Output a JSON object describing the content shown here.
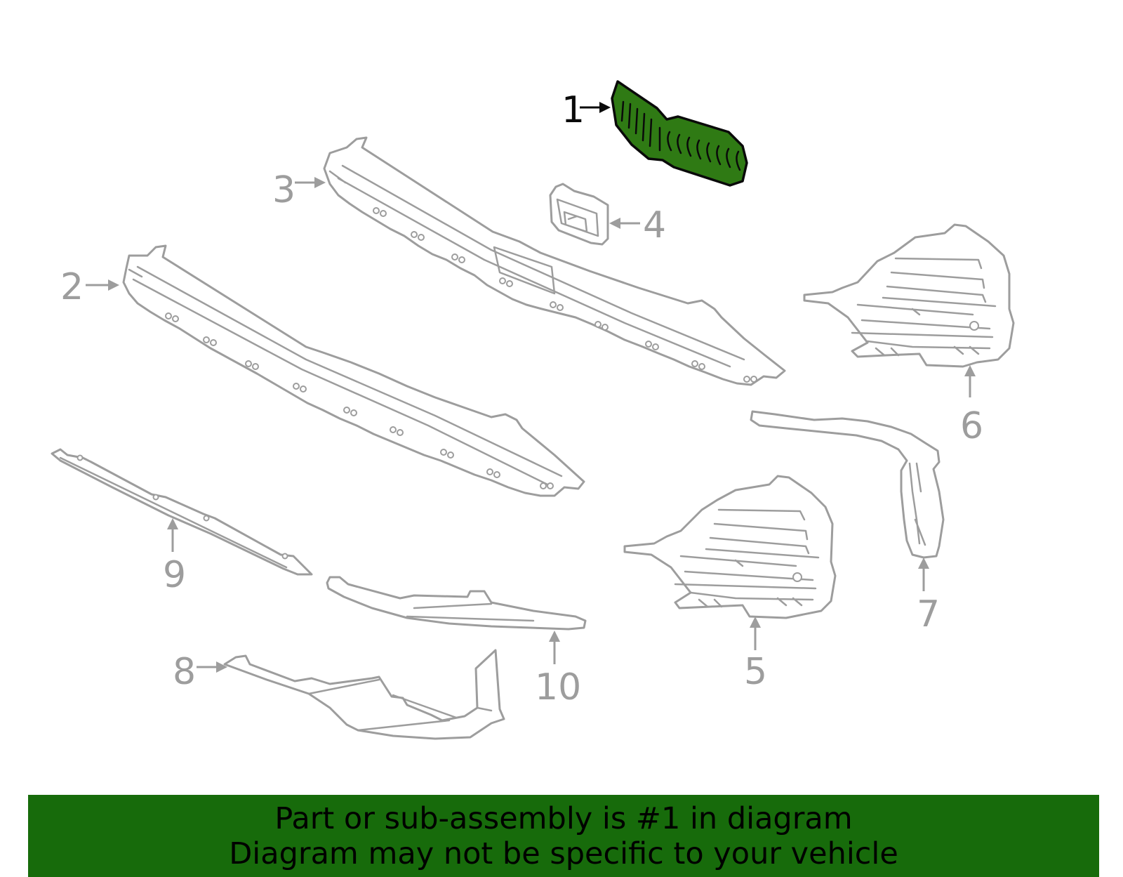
{
  "diagram": {
    "highlighted_part": "1",
    "callouts": [
      {
        "id": "c1",
        "label": "1"
      },
      {
        "id": "c2",
        "label": "2"
      },
      {
        "id": "c3",
        "label": "3"
      },
      {
        "id": "c4",
        "label": "4"
      },
      {
        "id": "c5",
        "label": "5"
      },
      {
        "id": "c6",
        "label": "6"
      },
      {
        "id": "c7",
        "label": "7"
      },
      {
        "id": "c8",
        "label": "8"
      },
      {
        "id": "c9",
        "label": "9"
      },
      {
        "id": "c10",
        "label": "10"
      }
    ],
    "colors": {
      "highlight_fill": "#2f7a14",
      "part_stroke": "#9d9d9d",
      "banner_bg": "#176b0b"
    }
  },
  "banner": {
    "line1": "Part or sub-assembly is #1 in diagram",
    "line2": "Diagram may not be specific to your vehicle"
  }
}
